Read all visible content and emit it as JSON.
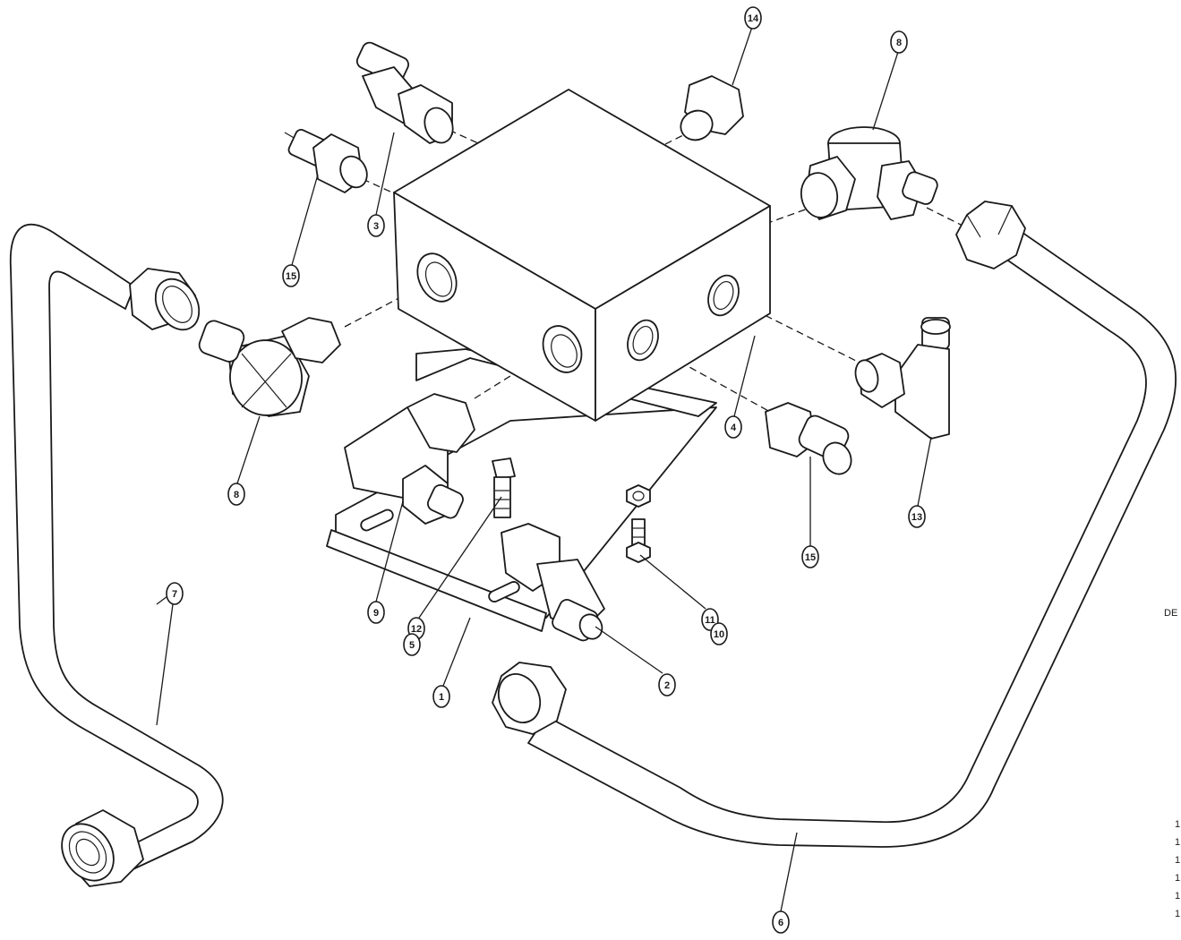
{
  "callouts": [
    {
      "id": "c14",
      "label": "14"
    },
    {
      "id": "c8a",
      "label": "8"
    },
    {
      "id": "c3",
      "label": "3"
    },
    {
      "id": "c15a",
      "label": "15"
    },
    {
      "id": "c4",
      "label": "4"
    },
    {
      "id": "c8b",
      "label": "8"
    },
    {
      "id": "c13",
      "label": "13"
    },
    {
      "id": "c15b",
      "label": "15"
    },
    {
      "id": "c7",
      "label": "7"
    },
    {
      "id": "c9",
      "label": "9"
    },
    {
      "id": "c12",
      "label": "12"
    },
    {
      "id": "c5",
      "label": "5"
    },
    {
      "id": "c11",
      "label": "11"
    },
    {
      "id": "c10",
      "label": "10"
    },
    {
      "id": "c1",
      "label": "1"
    },
    {
      "id": "c2",
      "label": "2"
    },
    {
      "id": "c6",
      "label": "6"
    }
  ],
  "edge_text": {
    "right_edge": "DE",
    "right_marks": [
      "1",
      "1",
      "1",
      "1",
      "1",
      "1"
    ]
  },
  "colors": {
    "ink": "#1a1a1a",
    "paper": "#ffffff"
  }
}
